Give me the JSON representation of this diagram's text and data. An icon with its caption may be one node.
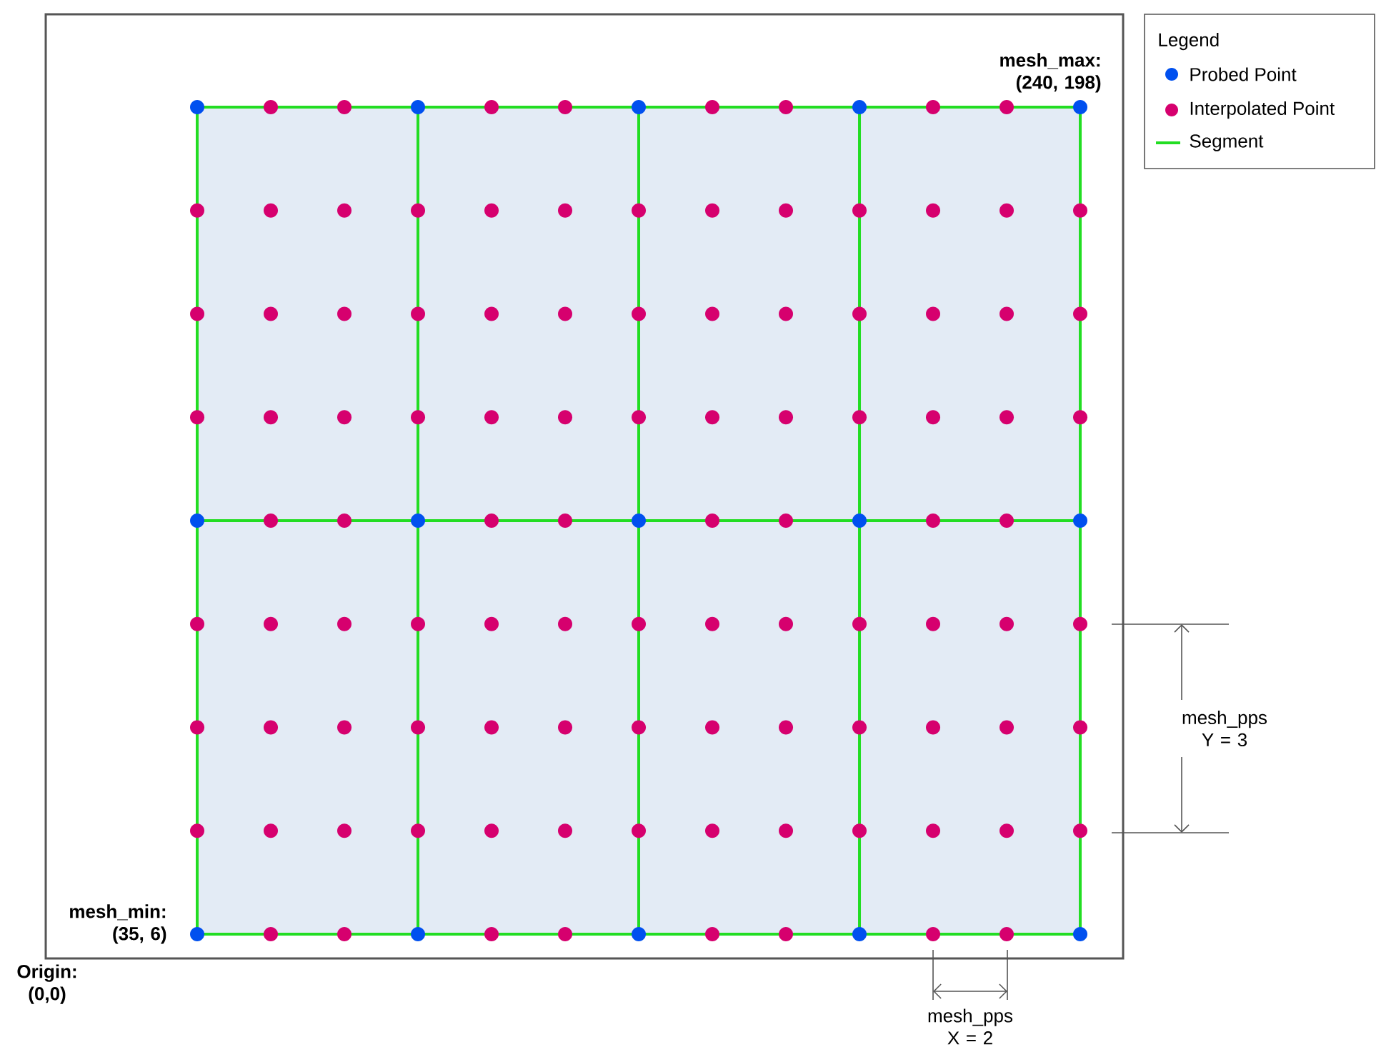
{
  "diagram": {
    "labels": [
      "mesh_max: (240, 198)",
      "mesh_min: (35, 6)",
      "Origin: (0,0)",
      "mesh_pps Y = 3",
      "mesh_pps X = 2",
      "Legend"
    ],
    "legend": [
      {
        "text": "Probed Point",
        "color": "#0050ef"
      },
      {
        "text": "Interpolated Point",
        "color": "#d6006e"
      },
      {
        "text": "Segment"
      }
    ]
  }
}
